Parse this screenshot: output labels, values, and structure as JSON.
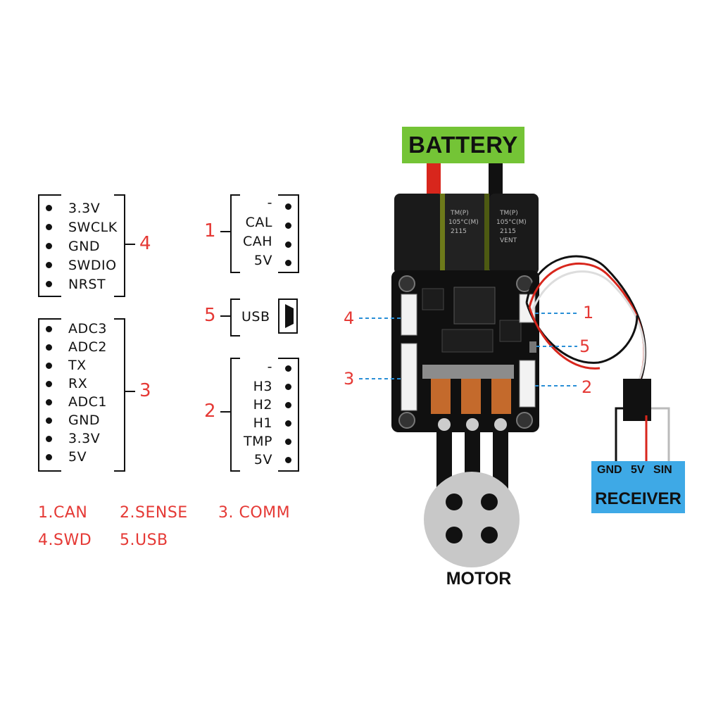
{
  "swd_pins": [
    "3.3V",
    "SWCLK",
    "GND",
    "SWDIO",
    "NRST"
  ],
  "swd_number": "4",
  "comm_pins": [
    "ADC3",
    "ADC2",
    "TX",
    "RX",
    "ADC1",
    "GND",
    "3.3V",
    "5V"
  ],
  "comm_number": "3",
  "can_pins": [
    "-",
    "CAL",
    "CAH",
    "5V"
  ],
  "can_number": "1",
  "usb_label": "USB",
  "usb_number": "5",
  "sense_pins": [
    "-",
    "H3",
    "H2",
    "H1",
    "TMP",
    "5V"
  ],
  "sense_number": "2",
  "legend": {
    "can": "1.CAN",
    "sense": "2.SENSE",
    "comm": "3. COMM",
    "swd": "4.SWD",
    "usb": "5.USB"
  },
  "battery_label": "BATTERY",
  "receiver": {
    "gnd": "GND",
    "v5": "5V",
    "sin": "SIN",
    "title": "RECEIVER"
  },
  "motor_label": "MOTOR",
  "board_callouts": {
    "left_top": "4",
    "left_bottom": "3",
    "right_1": "1",
    "right_5": "5",
    "right_2": "2"
  },
  "colors": {
    "accent_red": "#e53935",
    "battery_green": "#74c436",
    "receiver_blue": "#3ea9e6",
    "callout_blue": "#2a8fd6"
  }
}
